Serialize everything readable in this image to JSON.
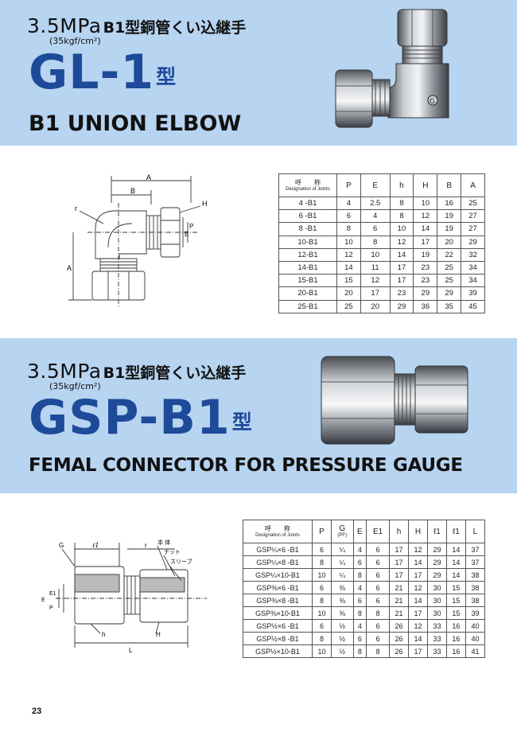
{
  "page_number": "23",
  "gl1": {
    "pressure": "3.5MPa",
    "pressure_kgf": "(35kgf/cm²)",
    "jp_title": "B1型銅管くい込継手",
    "model": "GL-1",
    "model_suffix": "型",
    "english_title": "B1 UNION ELBOW",
    "drawing_labels": {
      "A_top": "A",
      "B": "B",
      "r": "r",
      "H": "H",
      "E": "E",
      "P": "P",
      "A_side": "A"
    },
    "table": {
      "col_name": "呼　　称",
      "col_name_sub": "Designation of Joints",
      "columns": [
        "P",
        "E",
        "h",
        "H",
        "B",
        "A"
      ],
      "rows": [
        [
          "4 -B1",
          "4",
          "2.5",
          "8",
          "10",
          "16",
          "25"
        ],
        [
          "6 -B1",
          "6",
          "4",
          "8",
          "12",
          "19",
          "27"
        ],
        [
          "8 -B1",
          "8",
          "6",
          "10",
          "14",
          "19",
          "27"
        ],
        [
          "10-B1",
          "10",
          "8",
          "12",
          "17",
          "20",
          "29"
        ],
        [
          "12-B1",
          "12",
          "10",
          "14",
          "19",
          "22",
          "32"
        ],
        [
          "14-B1",
          "14",
          "11",
          "17",
          "23",
          "25",
          "34"
        ],
        [
          "15-B1",
          "15",
          "12",
          "17",
          "23",
          "25",
          "34"
        ],
        [
          "20-B1",
          "20",
          "17",
          "23",
          "29",
          "29",
          "39"
        ],
        [
          "25-B1",
          "25",
          "20",
          "29",
          "36",
          "35",
          "45"
        ]
      ]
    }
  },
  "gspb1": {
    "pressure": "3.5MPa",
    "pressure_kgf": "(35kgf/cm²)",
    "jp_title": "B1型銅管くい込継手",
    "model": "GSP-B1",
    "model_suffix": "型",
    "english_title": "FEMAL CONNECTOR FOR PRESSURE GAUGE",
    "drawing_labels": {
      "G": "G",
      "l1": "ℓ1",
      "r": "r",
      "body": "本 体",
      "nut": "ナット",
      "sleeve": "スリーブ",
      "E": "E",
      "E1": "E1",
      "P": "P",
      "h": "h",
      "H": "H",
      "L": "L"
    },
    "table": {
      "col_name": "呼　　称",
      "col_name_sub": "Designation of Joints",
      "columns": [
        "P",
        "G",
        "E",
        "E1",
        "h",
        "H",
        "ℓ1",
        "ℓ1",
        "L"
      ],
      "g_sub": "(PF)",
      "rows": [
        [
          "GSP¼×6 -B1",
          "6",
          "¼",
          "4",
          "6",
          "17",
          "12",
          "29",
          "14",
          "37"
        ],
        [
          "GSP¼×8 -B1",
          "8",
          "¼",
          "6",
          "6",
          "17",
          "14",
          "29",
          "14",
          "37"
        ],
        [
          "GSP¼×10-B1",
          "10",
          "¼",
          "8",
          "6",
          "17",
          "17",
          "29",
          "14",
          "38"
        ],
        [
          "GSP⅜×6 -B1",
          "6",
          "⅜",
          "4",
          "6",
          "21",
          "12",
          "30",
          "15",
          "38"
        ],
        [
          "GSP⅜×8 -B1",
          "8",
          "⅜",
          "6",
          "6",
          "21",
          "14",
          "30",
          "15",
          "38"
        ],
        [
          "GSP⅜×10-B1",
          "10",
          "⅜",
          "8",
          "8",
          "21",
          "17",
          "30",
          "15",
          "39"
        ],
        [
          "GSP½×6 -B1",
          "6",
          "½",
          "4",
          "6",
          "26",
          "12",
          "33",
          "16",
          "40"
        ],
        [
          "GSP½×8 -B1",
          "8",
          "½",
          "6",
          "6",
          "26",
          "14",
          "33",
          "16",
          "40"
        ],
        [
          "GSP½×10-B1",
          "10",
          "½",
          "8",
          "8",
          "26",
          "17",
          "33",
          "16",
          "41"
        ]
      ]
    }
  }
}
